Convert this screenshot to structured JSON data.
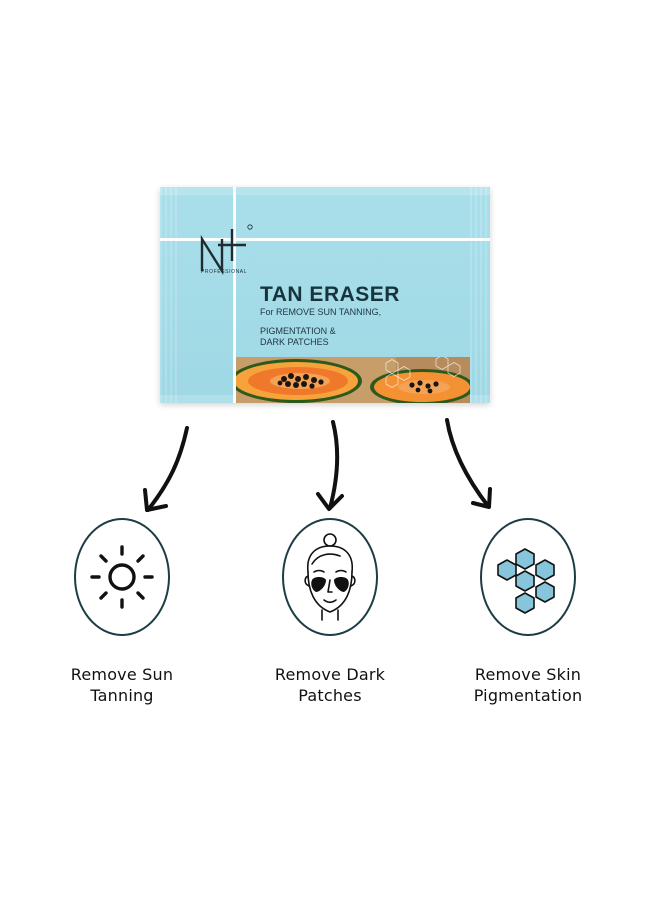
{
  "product": {
    "brand_mark": "N+",
    "brand_sub": "PROFESSIONAL",
    "title": "TAN ERASER",
    "subtitle_1": "For REMOVE SUN TANNING,",
    "subtitle_2": "PIGMENTATION &",
    "subtitle_3": "DARK PATCHES",
    "color": "#a5dce8"
  },
  "features": [
    {
      "icon": "sun-icon",
      "label_1": "Remove Sun",
      "label_2": "Tanning"
    },
    {
      "icon": "face-eye-patch-icon",
      "label_1": "Remove Dark",
      "label_2": "Patches"
    },
    {
      "icon": "hexagon-cells-icon",
      "label_1": "Remove Skin",
      "label_2": "Pigmentation"
    }
  ],
  "colors": {
    "circle_border": "#1c3d44",
    "hex_fill": "#86c5db",
    "text": "#111111"
  }
}
